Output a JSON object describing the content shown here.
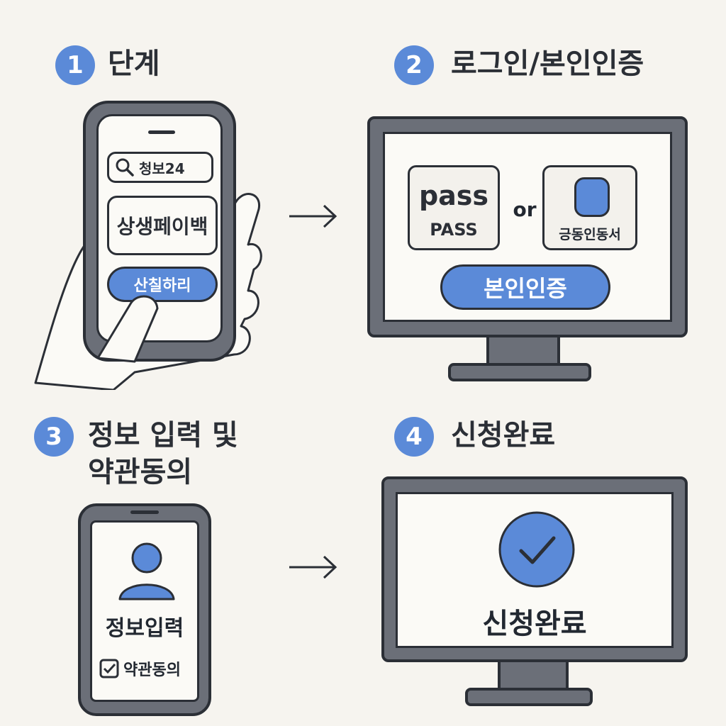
{
  "steps": [
    {
      "number": "1",
      "title": "단계"
    },
    {
      "number": "2",
      "title": "로그인/본인인증"
    },
    {
      "number": "3",
      "title_line1": "정보 입력 및",
      "title_line2": "약관동의"
    },
    {
      "number": "4",
      "title": "신청완료"
    }
  ],
  "phone1": {
    "search_text": "청보24",
    "service_text": "상생페이백",
    "apply_button": "산칠하리"
  },
  "monitor1": {
    "pass_logo": "pass",
    "pass_label": "PASS",
    "or_text": "or",
    "cert_label": "긍동인동서",
    "auth_button": "본인인증"
  },
  "phone2": {
    "info_text": "정보입력",
    "agree_text": "약관동의"
  },
  "monitor2": {
    "complete_text": "신청완료"
  },
  "colors": {
    "accent": "#5b8ad8",
    "frame": "#6b6f78",
    "outline": "#2b2f36",
    "background": "#f6f4ef"
  },
  "icons": [
    "search-icon",
    "user-icon",
    "checkbox-icon",
    "check-circle-icon",
    "arrow-right-icon",
    "hand-icon",
    "cert-icon"
  ]
}
